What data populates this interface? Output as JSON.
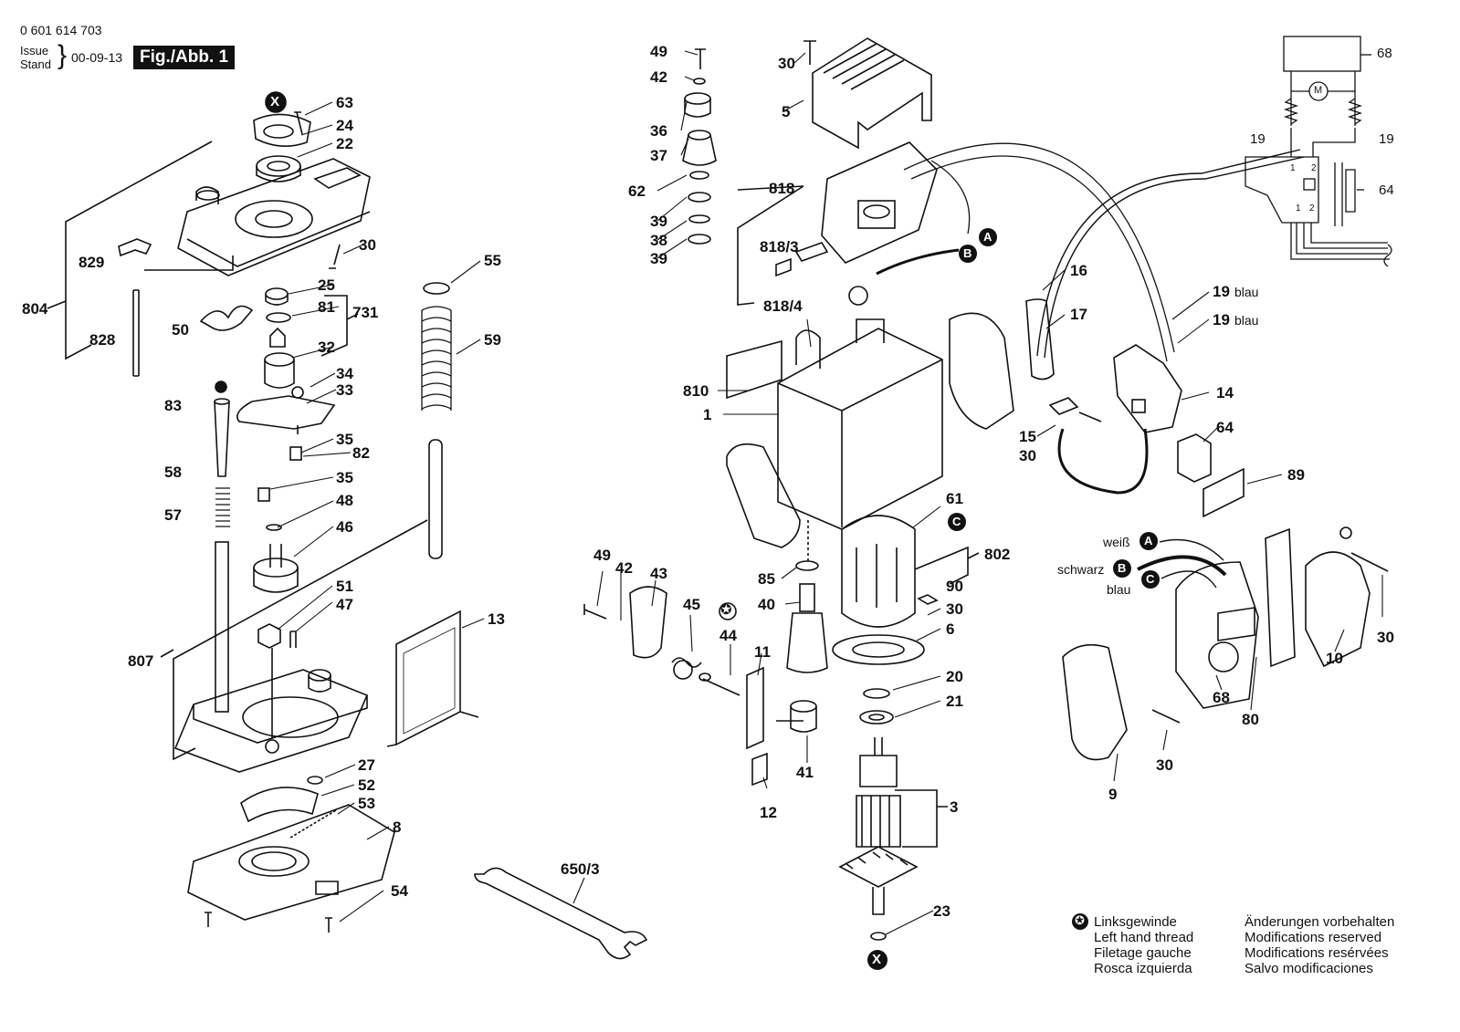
{
  "header": {
    "doc_number": "0 601 614 703",
    "issue_label": "Issue",
    "stand_label": "Stand",
    "issue_date": "00-09-13",
    "figure_label": "Fig./Abb. 1"
  },
  "part_labels": [
    "63",
    "24",
    "22",
    "804",
    "829",
    "30",
    "828",
    "25",
    "81",
    "731",
    "50",
    "32",
    "34",
    "33",
    "35",
    "82",
    "83",
    "58",
    "57",
    "35",
    "48",
    "46",
    "55",
    "59",
    "807",
    "51",
    "47",
    "13",
    "27",
    "52",
    "53",
    "8",
    "54",
    "49",
    "42",
    "36",
    "37",
    "62",
    "39",
    "38",
    "39",
    "30",
    "5",
    "818",
    "818/3",
    "818/4",
    "810",
    "1",
    "49",
    "42",
    "43",
    "45",
    "44",
    "11",
    "85",
    "40",
    "41",
    "12",
    "650/3",
    "61",
    "802",
    "90",
    "30",
    "6",
    "20",
    "21",
    "3",
    "23",
    "16",
    "17",
    "19",
    "19",
    "15",
    "30",
    "14",
    "64",
    "89",
    "30",
    "10",
    "68",
    "80",
    "30",
    "9",
    "68",
    "19",
    "19",
    "64"
  ],
  "wire_labels": {
    "blau_1": "blau",
    "blau_2": "blau",
    "weiss": "weiß",
    "schwarz": "schwarz",
    "blau_3": "blau"
  },
  "markers": {
    "x_top": "X",
    "x_bottom": "X",
    "a_cable": "A",
    "b_cable": "B",
    "c_stator": "C",
    "a_legend": "A",
    "b_legend": "B",
    "c_legend": "C",
    "star_44": "✪",
    "motor": "M"
  },
  "switch_terminals": [
    "1",
    "2",
    "1",
    "2"
  ],
  "legend": {
    "symbol": "✪",
    "left_hand_thread": [
      "Linksgewinde",
      "Left hand thread",
      "Filetage gauche",
      "Rosca izquierda"
    ],
    "modifications": [
      "Änderungen vorbehalten",
      "Modifications reserved",
      "Modifications resérvées",
      "Salvo modificaciones"
    ]
  }
}
